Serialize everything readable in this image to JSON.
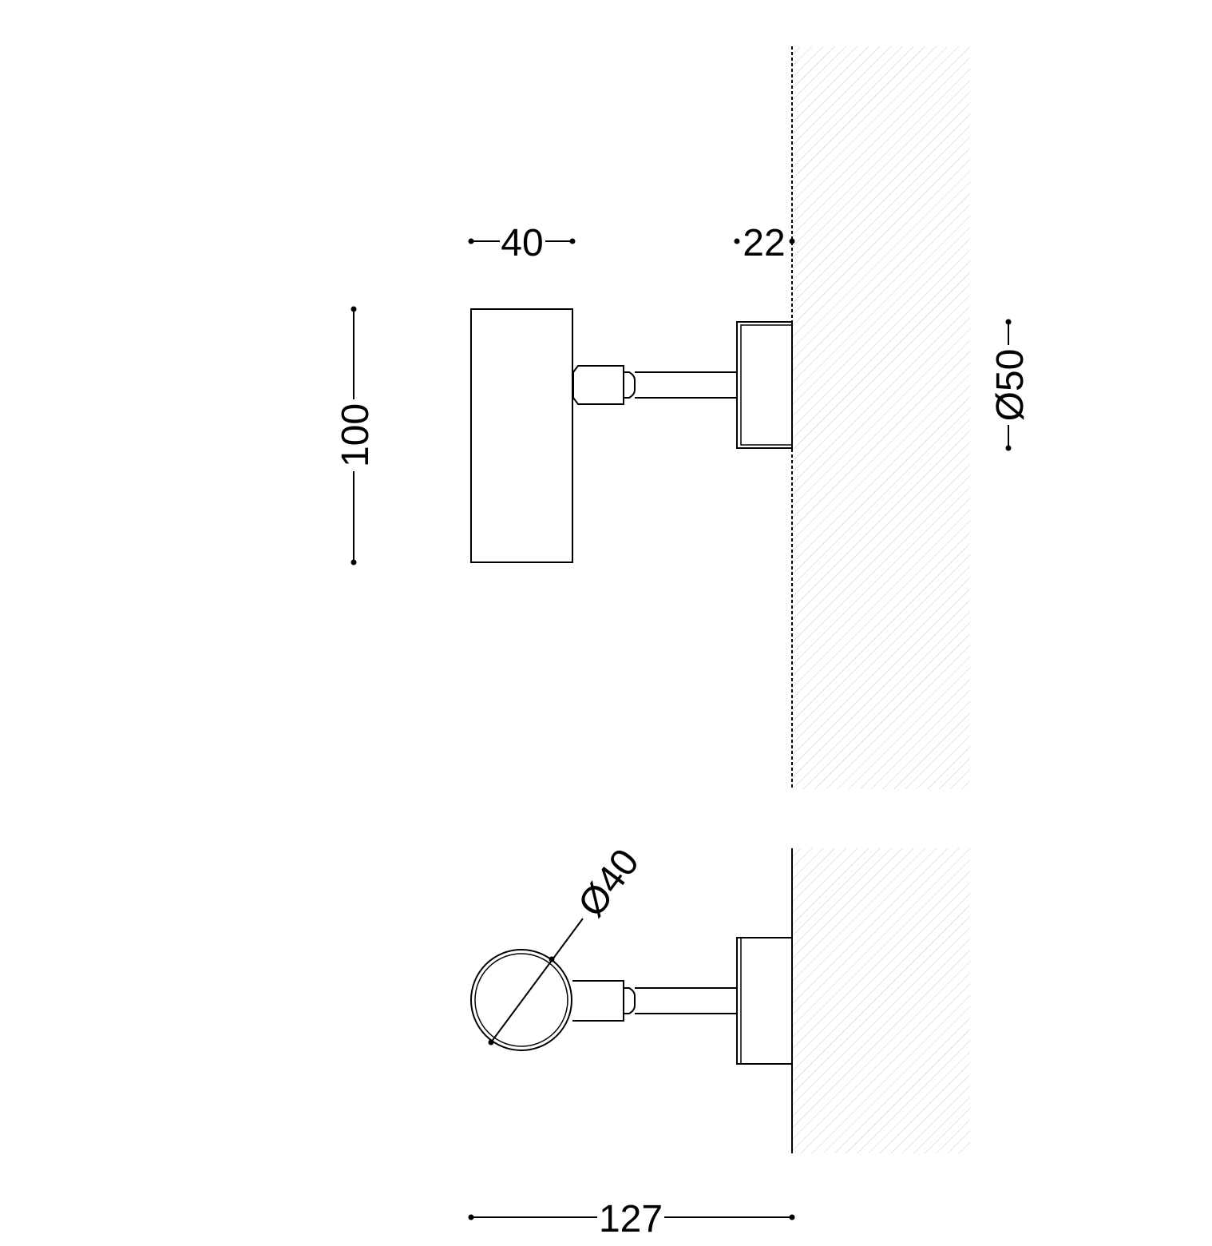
{
  "dimensions": {
    "head_width": "40",
    "canopy_depth": "22",
    "head_height": "100",
    "canopy_diameter": "Ø50",
    "head_diameter": "Ø40",
    "total_projection": "127"
  },
  "colors": {
    "line": "#000000",
    "hatch": "#c8c8c8",
    "background": "#ffffff"
  }
}
